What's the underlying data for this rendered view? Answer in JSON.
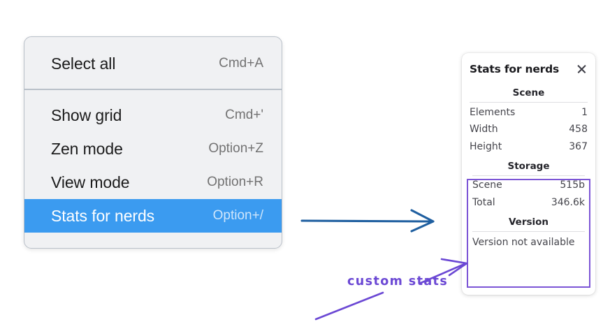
{
  "context_menu": {
    "groups": [
      {
        "items": [
          {
            "label": "Select all",
            "shortcut": "Cmd+A",
            "selected": false
          }
        ]
      },
      {
        "items": [
          {
            "label": "Show grid",
            "shortcut": "Cmd+'",
            "selected": false
          },
          {
            "label": "Zen mode",
            "shortcut": "Option+Z",
            "selected": false
          },
          {
            "label": "View mode",
            "shortcut": "Option+R",
            "selected": false
          },
          {
            "label": "Stats for nerds",
            "shortcut": "Option+/",
            "selected": true
          }
        ]
      }
    ],
    "highlight_color": "#3b9bf0"
  },
  "stats_panel": {
    "title": "Stats for nerds",
    "close_icon": "close-icon",
    "sections": [
      {
        "heading": "Scene",
        "rows": [
          {
            "key": "Elements",
            "value": "1"
          },
          {
            "key": "Width",
            "value": "458"
          },
          {
            "key": "Height",
            "value": "367"
          }
        ]
      },
      {
        "heading": "Storage",
        "rows": [
          {
            "key": "Scene",
            "value": "515b"
          },
          {
            "key": "Total",
            "value": "346.6k"
          }
        ]
      },
      {
        "heading": "Version",
        "single": "Version not available"
      }
    ],
    "custom_box_color": "#7c55d6"
  },
  "annotations": {
    "custom_stats_label": "custom stats",
    "arrow_blue_color": "#1f5fa0",
    "arrow_purple_color": "#6b48d4"
  }
}
